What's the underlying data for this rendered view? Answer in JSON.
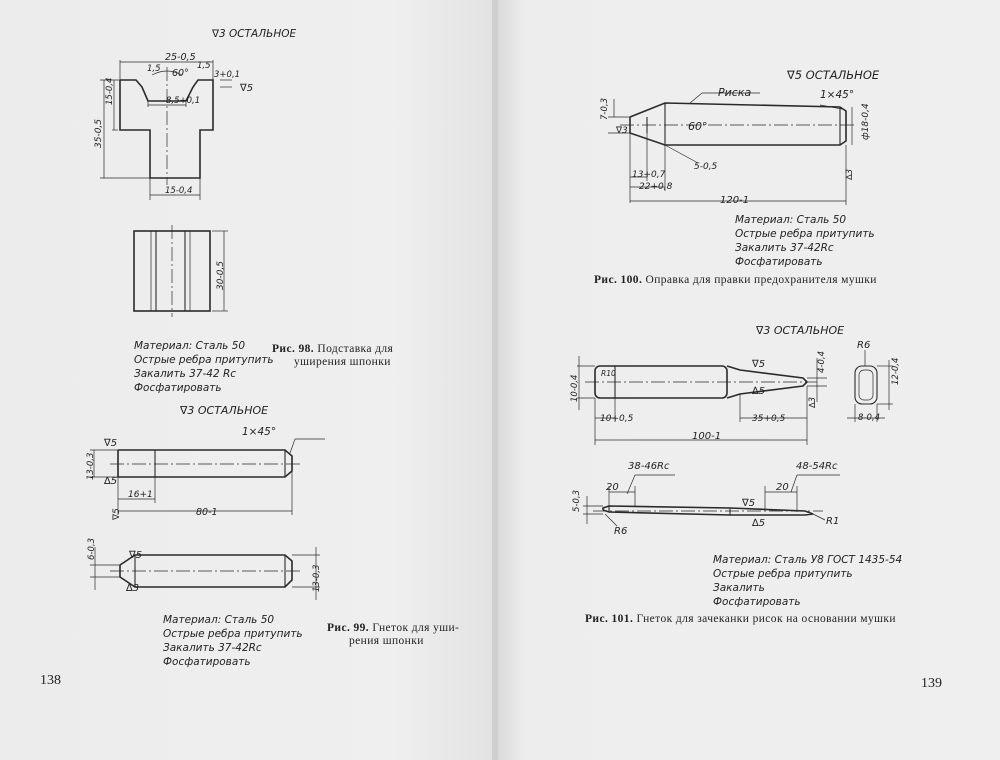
{
  "left_page": {
    "page_number": "138",
    "fig98": {
      "roughness": "∇3 ОСТАЛЬНОЕ",
      "dims": {
        "top_width": "25-0,5",
        "angle": "60°",
        "chamfer_left": "1,5",
        "chamfer_right": "1,5",
        "slot_width": "8,5+0,1",
        "side": "3+0,1",
        "surface": "∇5",
        "height_upper": "15-0,4",
        "height_total": "35-0,5",
        "stem_width": "15-0,4",
        "depth": "30-0,5"
      },
      "notes": [
        "Материал: Сталь 50",
        "Острые ребра притупить",
        "Закалить 37-42 Rc",
        "Фосфатировать"
      ],
      "caption_label": "Рис. 98.",
      "caption_line1": "Подставка для",
      "caption_line2": "уширения шпонки"
    },
    "fig99": {
      "roughness": "∇3 ОСТАЛЬНОЕ",
      "dims": {
        "chamfer": "1×45°",
        "surf_top": "∇5",
        "surf_bottom": "∆5",
        "diameter": "13-0,3",
        "length_small": "16+1",
        "length_total": "80-1",
        "surf_left": "∇5",
        "tip": "6-0,3",
        "surf_tip": "∇5",
        "surf_tip_bottom": "∆3",
        "diameter2": "13-0,3"
      },
      "notes": [
        "Материал: Сталь 50",
        "Острые ребра притупить",
        "Закалить 37-42Rc",
        "Фосфатировать"
      ],
      "caption_label": "Рис. 99.",
      "caption_line1": "Гнеток для уши-",
      "caption_line2": "рения шпонки"
    }
  },
  "right_page": {
    "page_number": "139",
    "fig100": {
      "roughness": "∇5 ОСТАЛЬНОЕ",
      "dims": {
        "mark": "Риска",
        "chamfer": "1×45°",
        "tip_height": "7-0,3",
        "surf": "∇3",
        "angle": "60°",
        "diameter": "ф18-0,4",
        "len_a": "5-0,5",
        "len_b": "13+0,7",
        "len_c": "22+0,8",
        "len_total": "120-1",
        "surf_end": "∆3"
      },
      "notes": [
        "Материал: Сталь 50",
        "Острые ребра притупить",
        "Закалить 37-42Rc",
        "Фосфатировать"
      ],
      "caption_label": "Рис. 100.",
      "caption_text": "Оправка для правки предохранителя мушки"
    },
    "fig101": {
      "roughness": "∇3 ОСТАЛЬНОЕ",
      "dims": {
        "radius_a": "R6",
        "radius_b": "R10",
        "height": "10-0,4",
        "surf_top": "∇5",
        "surf_bottom": "∆5",
        "tip": "4-0,4",
        "surf_end": "∆3",
        "len_a": "10+0,5",
        "len_b": "35+0,5",
        "len_total": "100-1",
        "sec_height": "12-0,4",
        "sec_width": "8-0,4",
        "hard_a": "38-46Rc",
        "hard_b": "48-54Rc",
        "len_20a": "20",
        "len_20b": "20",
        "tip_small": "5-0,3",
        "r_small": "R6",
        "surf2_top": "∇5",
        "surf2_bottom": "∆5",
        "r_end": "R1"
      },
      "notes": [
        "Материал: Сталь У8 ГОСТ 1435-54",
        "Острые ребра притупить",
        "Закалить",
        "Фосфатировать"
      ],
      "caption_label": "Рис. 101.",
      "caption_text": "Гнеток для зачеканки рисок на основании мушки"
    }
  }
}
